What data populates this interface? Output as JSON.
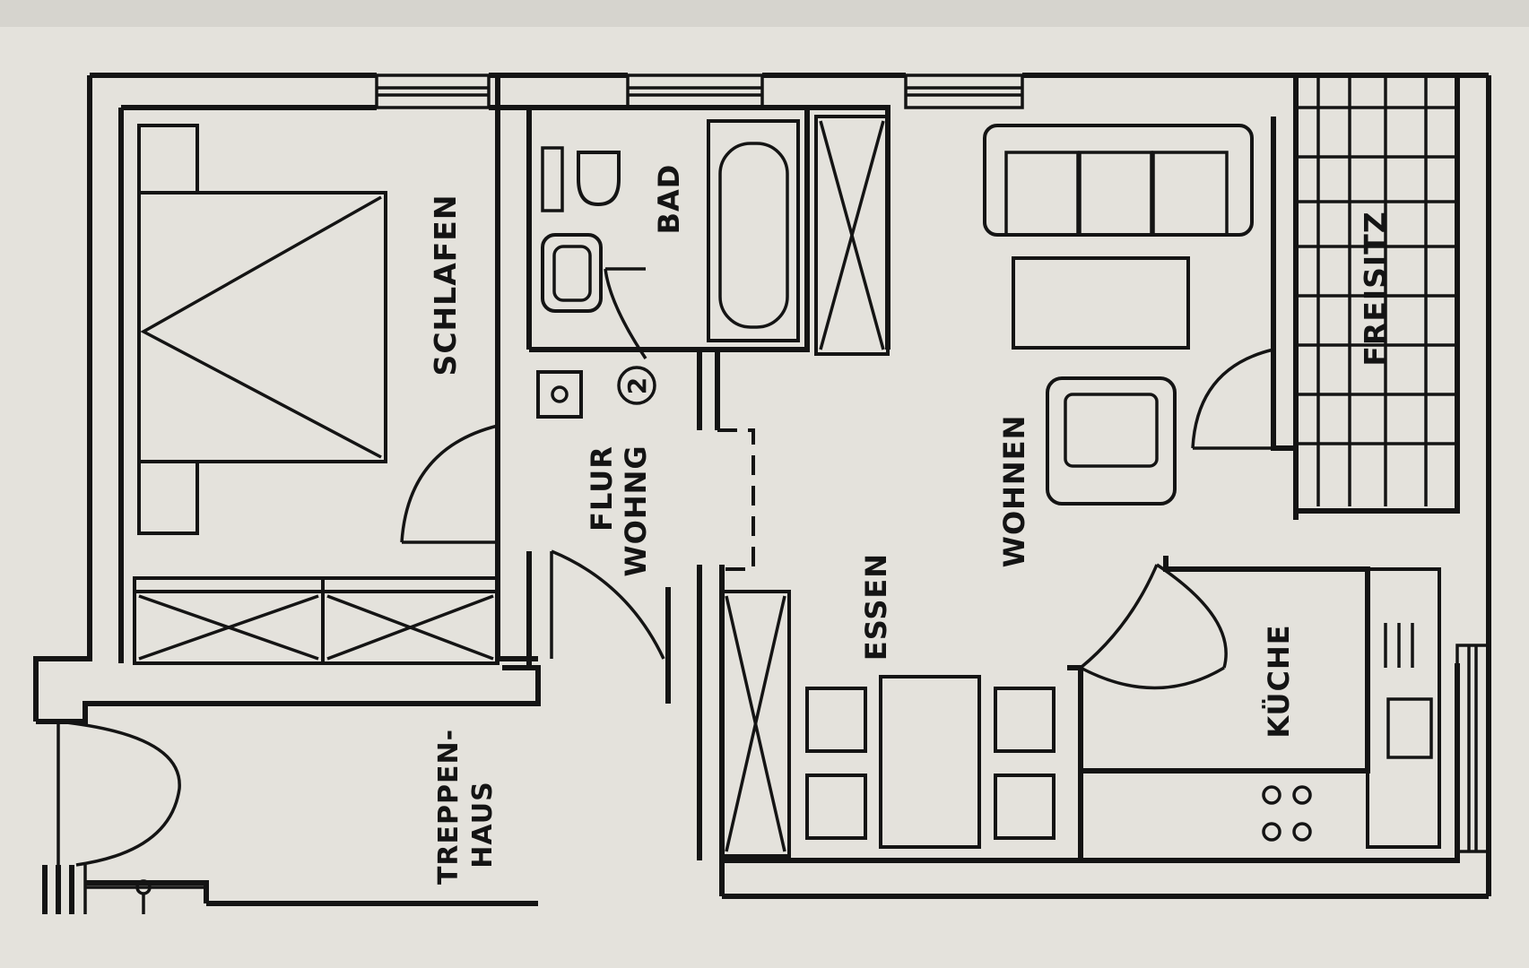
{
  "rooms": {
    "schlafen": "SCHLAFEN",
    "bad": "BAD",
    "flur": "FLUR",
    "wohnung": "WOHNG",
    "wohnung_number": "2",
    "essen": "ESSEN",
    "wohnen": "WOHNEN",
    "freisitz": "FREISITZ",
    "kueche": "KÜCHE",
    "treppenhaus_line1": "TREPPEN-",
    "treppenhaus_line2": "HAUS"
  },
  "colors": {
    "paper": "#e4e2dc",
    "ink": "#141414"
  }
}
